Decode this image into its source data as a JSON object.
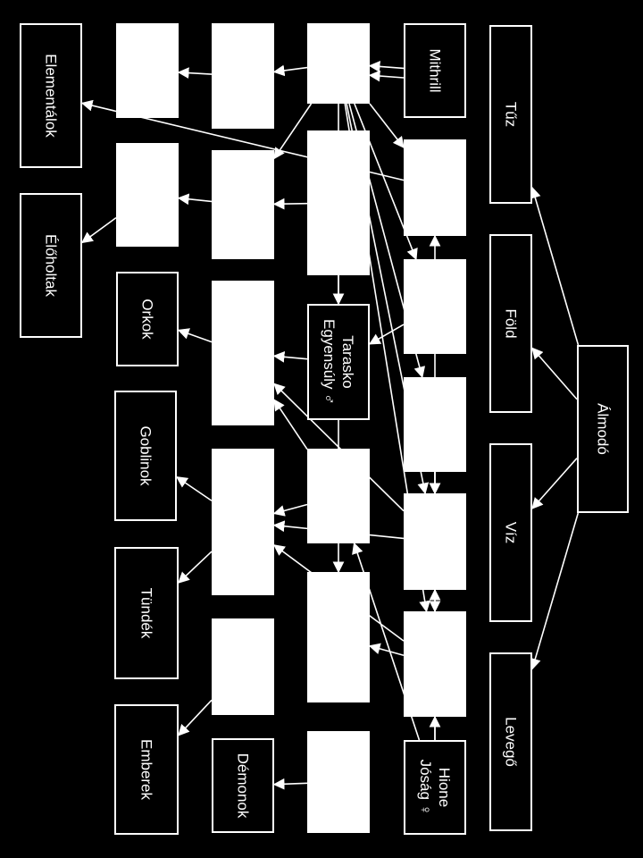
{
  "diagram": {
    "nodes": [
      {
        "id": "almodo",
        "label": "Álmodó",
        "kind": "dark"
      },
      {
        "id": "tuz",
        "label": "Tűz",
        "kind": "dark"
      },
      {
        "id": "fold",
        "label": "Föld",
        "kind": "dark"
      },
      {
        "id": "viz",
        "label": "Víz",
        "kind": "dark"
      },
      {
        "id": "levego",
        "label": "Levegő",
        "kind": "dark"
      },
      {
        "id": "mithrill",
        "label": "Mithrill",
        "kind": "dark"
      },
      {
        "id": "hione",
        "label_lines": [
          "Hione",
          "Jóság ♀"
        ],
        "kind": "dark"
      },
      {
        "id": "tarasko",
        "label_lines": [
          "Tarasko",
          "Egyensúly ♂"
        ],
        "kind": "dark"
      },
      {
        "id": "demonok",
        "label": "Démonok",
        "kind": "dark"
      },
      {
        "id": "elementalok",
        "label": "Elementálok",
        "kind": "dark"
      },
      {
        "id": "eloholtak",
        "label": "Élőholtak",
        "kind": "dark"
      },
      {
        "id": "orkok",
        "label": "Orkok",
        "kind": "dark"
      },
      {
        "id": "goblinok",
        "label": "Goblinok",
        "kind": "dark"
      },
      {
        "id": "tundek",
        "label": "Tündék",
        "kind": "dark"
      },
      {
        "id": "emberek",
        "label": "Emberek",
        "kind": "dark"
      },
      {
        "id": "w1",
        "kind": "blank"
      },
      {
        "id": "w2",
        "kind": "blank"
      },
      {
        "id": "w3",
        "kind": "blank"
      },
      {
        "id": "w4",
        "kind": "blank"
      },
      {
        "id": "w5",
        "kind": "blank"
      },
      {
        "id": "w6",
        "kind": "blank"
      },
      {
        "id": "w7",
        "kind": "blank"
      },
      {
        "id": "w8",
        "kind": "blank"
      },
      {
        "id": "w9",
        "kind": "blank"
      },
      {
        "id": "w10",
        "kind": "blank"
      },
      {
        "id": "w11",
        "kind": "blank"
      },
      {
        "id": "w12",
        "kind": "blank"
      },
      {
        "id": "w13",
        "kind": "blank"
      },
      {
        "id": "w14",
        "kind": "blank"
      },
      {
        "id": "w15",
        "kind": "blank"
      },
      {
        "id": "w16",
        "kind": "blank"
      },
      {
        "id": "w17",
        "kind": "blank"
      },
      {
        "id": "w18",
        "kind": "blank"
      }
    ],
    "edges": [
      [
        "almodo",
        "tuz"
      ],
      [
        "almodo",
        "fold"
      ],
      [
        "almodo",
        "viz"
      ],
      [
        "almodo",
        "levego"
      ],
      [
        "mithrill",
        "w9"
      ],
      [
        "mithrill",
        "w9"
      ],
      [
        "w9",
        "w5"
      ],
      [
        "w5",
        "w1"
      ],
      [
        "w9",
        "w6"
      ],
      [
        "w9",
        "tarasko"
      ],
      [
        "w9",
        "w12"
      ],
      [
        "w9",
        "w13"
      ],
      [
        "w9",
        "w14"
      ],
      [
        "w9",
        "w15"
      ],
      [
        "w9",
        "w16"
      ],
      [
        "w9",
        "w17"
      ],
      [
        "w9",
        "w18"
      ],
      [
        "w14",
        "elementalok"
      ],
      [
        "w10",
        "w6"
      ],
      [
        "w6",
        "w2"
      ],
      [
        "w2",
        "eloholtak"
      ],
      [
        "w15",
        "tarasko"
      ],
      [
        "w15",
        "w12"
      ],
      [
        "w15",
        "w14"
      ],
      [
        "w16",
        "w12"
      ],
      [
        "w16",
        "w13"
      ],
      [
        "w17",
        "w12"
      ],
      [
        "w17",
        "w11"
      ],
      [
        "w11",
        "w8"
      ],
      [
        "w11",
        "w7"
      ],
      [
        "w11",
        "w18"
      ],
      [
        "tarasko",
        "w7"
      ],
      [
        "w12",
        "w7"
      ],
      [
        "w12",
        "w8"
      ],
      [
        "w7",
        "orkok"
      ],
      [
        "w8",
        "goblinok"
      ],
      [
        "w8",
        "tundek"
      ],
      [
        "w13",
        "w8"
      ],
      [
        "w13",
        "w4"
      ],
      [
        "w18",
        "w13"
      ],
      [
        "w18",
        "hione"
      ],
      [
        "hione",
        "w19x"
      ],
      [
        "hione",
        "w13"
      ],
      [
        "hione",
        "w11"
      ],
      [
        "hione",
        "w12"
      ],
      [
        "w3",
        "emberek"
      ],
      [
        "w19",
        "demonok"
      ],
      [
        "w10",
        "w4"
      ]
    ]
  }
}
